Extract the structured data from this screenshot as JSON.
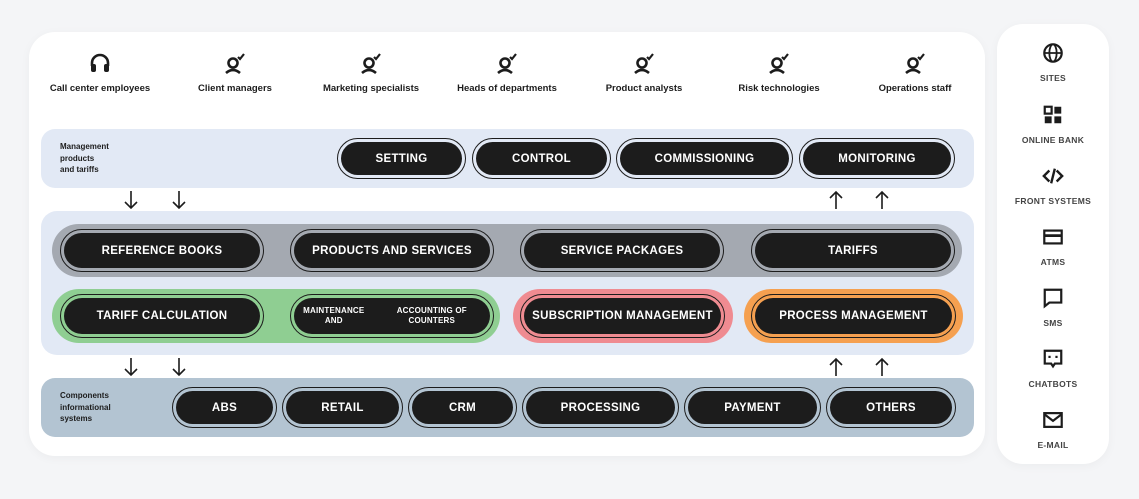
{
  "roles": [
    {
      "label": "Call center employees",
      "icon": "headset-icon"
    },
    {
      "label": "Client managers",
      "icon": "person-check-icon"
    },
    {
      "label": "Marketing specialists",
      "icon": "person-check-icon"
    },
    {
      "label": "Heads of departments",
      "icon": "person-check-icon"
    },
    {
      "label": "Product analysts",
      "icon": "person-check-icon"
    },
    {
      "label": "Risk technologies",
      "icon": "person-check-icon"
    },
    {
      "label": "Operations staff",
      "icon": "person-check-icon"
    }
  ],
  "management": {
    "label_lines": [
      "Management",
      "products",
      "and tariffs"
    ],
    "buttons": [
      "SETTING",
      "CONTROL",
      "COMMISSIONING",
      "MONITORING"
    ]
  },
  "core": {
    "directories": [
      "REFERENCE BOOKS",
      "PRODUCTS AND SERVICES",
      "SERVICE PACKAGES",
      "TARIFFS"
    ],
    "calculation": [
      "TARIFF CALCULATION",
      "MAINTENANCE AND",
      "ACCOUNTING OF COUNTERS"
    ],
    "subscription": "SUBSCRIPTION MANAGEMENT",
    "process": "PROCESS MANAGEMENT"
  },
  "components": {
    "label_lines": [
      "Components",
      "informational",
      "systems"
    ],
    "buttons": [
      "ABS",
      "RETAIL",
      "CRM",
      "PROCESSING",
      "PAYMENT",
      "OTHERS"
    ]
  },
  "channels": [
    {
      "label": "SITES",
      "icon": "globe-icon"
    },
    {
      "label": "ONLINE BANK",
      "icon": "grid-icon"
    },
    {
      "label": "FRONT SYSTEMS",
      "icon": "code-icon"
    },
    {
      "label": "ATMS",
      "icon": "card-icon"
    },
    {
      "label": "SMS",
      "icon": "message-icon"
    },
    {
      "label": "CHATBOTS",
      "icon": "chatbot-icon"
    },
    {
      "label": "E-MAIL",
      "icon": "mail-icon"
    }
  ],
  "colors": {
    "dark": "#1c1c1c",
    "band_light": "#e2e9f5",
    "band_components": "#b3c4d2",
    "directories_bg": "#a4a9b1",
    "calculation_bg": "#8fce92",
    "subscription_bg": "#ef8b91",
    "process_bg": "#f5a050"
  }
}
